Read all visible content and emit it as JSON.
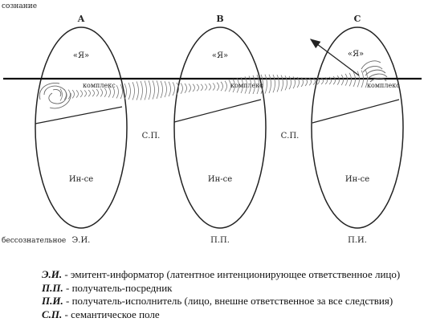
{
  "top_label": "сознание",
  "bottom_label": "бессознательное",
  "ellipses": [
    {
      "letter": "A",
      "ya": "«Я»",
      "complex": "комплекс",
      "inse": "Ин-се",
      "role": "Э.И."
    },
    {
      "letter": "B",
      "ya": "«Я»",
      "complex": "комплекс",
      "inse": "Ин-се",
      "role": "П.П."
    },
    {
      "letter": "C",
      "ya": "«Я»",
      "complex": "комплекс",
      "inse": "Ин-се",
      "role": "П.И."
    }
  ],
  "field_labels": [
    "С.П.",
    "С.П."
  ],
  "legend": [
    {
      "key": "Э.И.",
      "text": " - эмитент-информатор (латентное интенционирующее ответственное лицо)"
    },
    {
      "key": "П.П.",
      "text": " - получатель-посредник"
    },
    {
      "key": "П.И.",
      "text": " - получатель-исполнитель (лицо, внешне ответственное за все следствия)"
    },
    {
      "key": "С.П.",
      "text": " - семантическое поле"
    }
  ]
}
